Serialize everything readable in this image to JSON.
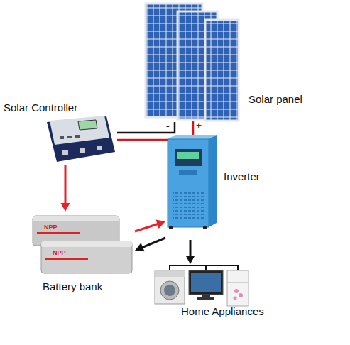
{
  "diagram": {
    "nodes": [
      {
        "text": [
          "Solar panel"
        ]
      },
      {
        "text": [
          "Solar Controller"
        ]
      },
      {
        "text": [
          "Inverter"
        ]
      },
      {
        "text": [
          "Battery bank"
        ]
      },
      {
        "text": [
          "Home Appliances"
        ]
      }
    ],
    "edges": [
      {
        "from": 0,
        "to": 1,
        "arrow": "none"
      },
      {
        "from": 1,
        "to": 3,
        "arrow": "to"
      },
      {
        "from": 3,
        "to": 2,
        "arrow": "to"
      },
      {
        "from": 2,
        "to": 3,
        "arrow": "to"
      },
      {
        "from": 2,
        "to": 4,
        "arrow": "to"
      }
    ],
    "labels": [
      "-",
      "+",
      "NPP",
      "NPP"
    ]
  }
}
